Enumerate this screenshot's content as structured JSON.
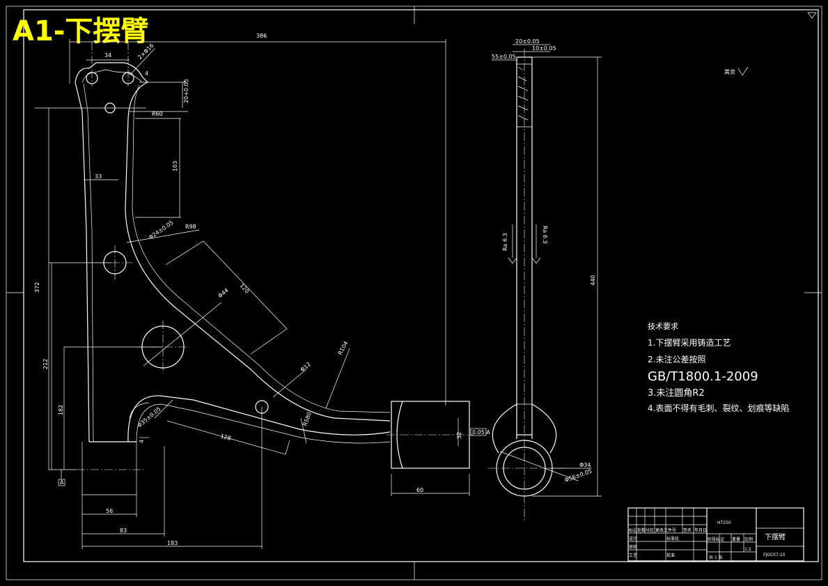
{
  "header": {
    "title": "A1-下摆臂"
  },
  "dimensions": {
    "d386": "386",
    "d34": "34",
    "d2phi16": "2×Φ16",
    "d4": "4",
    "d20": "20+0.05",
    "dR60": "R60",
    "d103": "103",
    "d33": "33",
    "dphi24": "Φ24±0.05",
    "dR98": "R98",
    "d120": "120",
    "dphi44": "Φ44",
    "d372": "372",
    "d212": "212",
    "d182": "182",
    "dR104": "R104",
    "dphi12": "Φ12",
    "dphi35": "Φ35±0.05",
    "d4b": "4",
    "d128": "128",
    "dR580": "R580",
    "d56": "56",
    "d83": "83",
    "d183": "183",
    "d60": "60",
    "d32": "32",
    "datum": "A",
    "flatness": "0.05 A",
    "d440": "440",
    "d20a": "20±0.05",
    "d10": "10±0.05",
    "d55": "55±0.05",
    "ra1": "Ra 6.3",
    "ra2": "Ra 6.3",
    "dphi34": "Φ34",
    "dphi56": "Φ56±0.05",
    "rest": "其余"
  },
  "tech": {
    "heading": "技术要求",
    "line1": "1.下摆臂采用铸造工艺",
    "line2": "2.未注公差按照",
    "line3": "GB/T1800.1-2009",
    "line4": "3.未注圆角R2",
    "line5": "4.表面不得有毛刺、裂纹、划痕等缺陷"
  },
  "titleblock": {
    "material": "HT250",
    "part_name": "下摆臂",
    "drawing_no": "FJGC07-10",
    "scale": "1:2",
    "sheet": "共 1 张",
    "c_mark": "标记",
    "c_count": "处数",
    "c_zone": "分区",
    "c_doc": "更改文件号",
    "c_sign": "签名",
    "c_date": "年月日",
    "c_design": "设计",
    "c_std": "标准化",
    "c_check": "审核",
    "c_craft": "工艺",
    "c_approve": "批准",
    "c_stage": "阶段标记",
    "c_weight": "重量",
    "c_ratio": "比例"
  }
}
